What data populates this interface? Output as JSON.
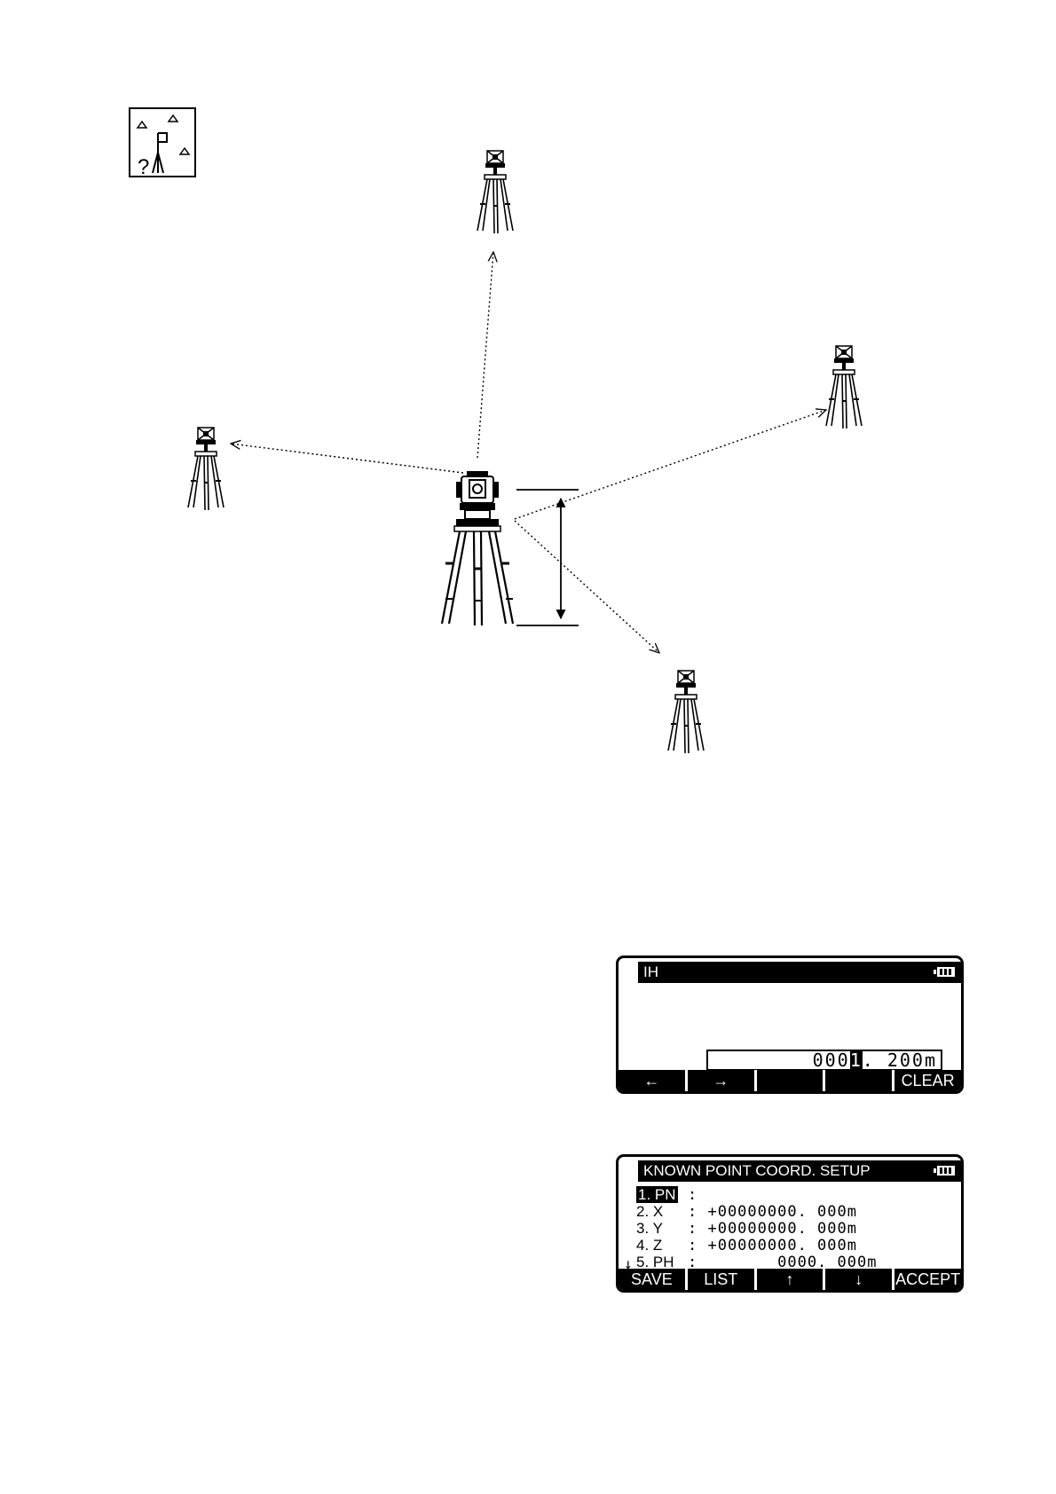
{
  "diagram": {
    "target_icon": "prism-target-on-tripod-icon",
    "instrument_icon": "total-station-on-tripod-icon",
    "mode_icon": "resection-mode-icon",
    "mode_icon_text": "?"
  },
  "screen_ih": {
    "title": "IH",
    "field_prefix": "000",
    "field_cursor": "1",
    "field_suffix": ". 200m",
    "softkeys": [
      "←",
      "→",
      "",
      "",
      "CLEAR"
    ]
  },
  "screen_known": {
    "title": "KNOWN POINT COORD. SETUP",
    "rows": [
      {
        "label": "1. PN",
        "value": ":"
      },
      {
        "label": "2. X",
        "value": ": +00000000. 000m"
      },
      {
        "label": "3. Y",
        "value": ": +00000000. 000m"
      },
      {
        "label": "4. Z",
        "value": ": +00000000. 000m"
      },
      {
        "label": "5. PH",
        "value": ":        0000. 000m"
      }
    ],
    "scroll_indicator": "↓",
    "softkeys": [
      "SAVE",
      "LIST",
      "↑",
      "↓",
      "ACCEPT"
    ]
  }
}
